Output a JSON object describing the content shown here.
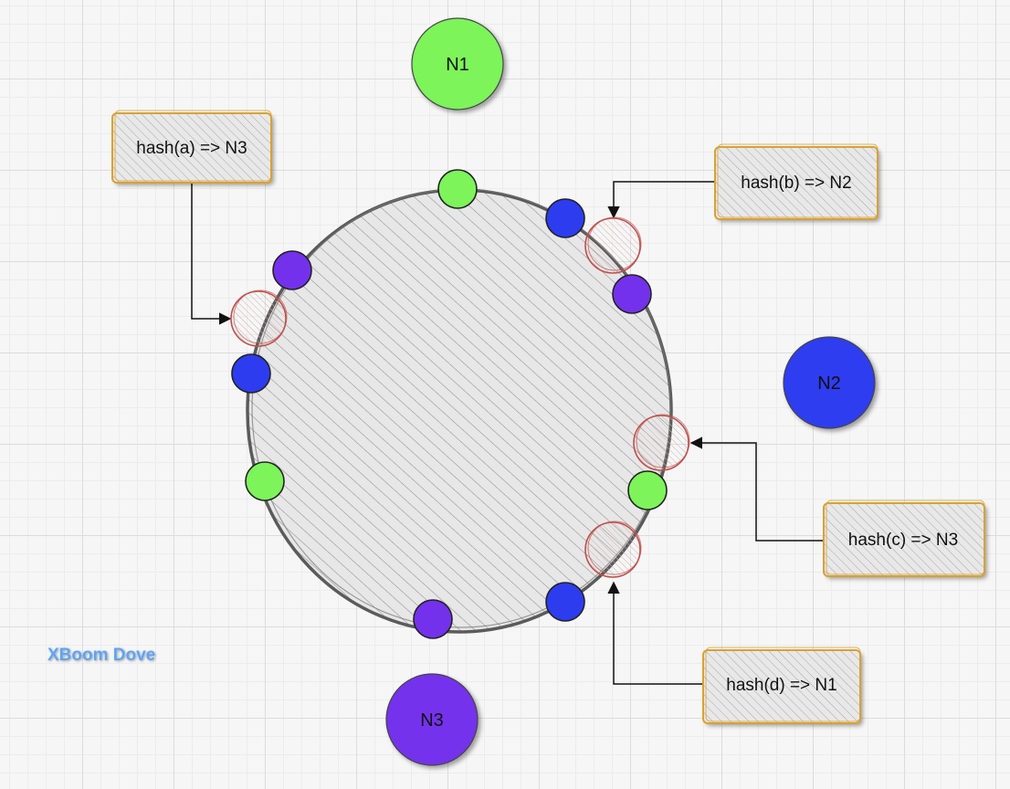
{
  "colors": {
    "n1": "#7cf45a",
    "n2": "#2e3cf0",
    "n3": "#7431ec",
    "box_border": "#d9a134",
    "marker": "#c0504d",
    "watermark": "#5ea4f2"
  },
  "nodes": {
    "n1": {
      "label": "N1"
    },
    "n2": {
      "label": "N2"
    },
    "n3": {
      "label": "N3"
    }
  },
  "hash_boxes": {
    "a": {
      "label": "hash(a) => N3"
    },
    "b": {
      "label": "hash(b) => N2"
    },
    "c": {
      "label": "hash(c) => N3"
    },
    "d": {
      "label": "hash(d) => N1"
    }
  },
  "watermark": {
    "text": "XBoom Dove"
  }
}
